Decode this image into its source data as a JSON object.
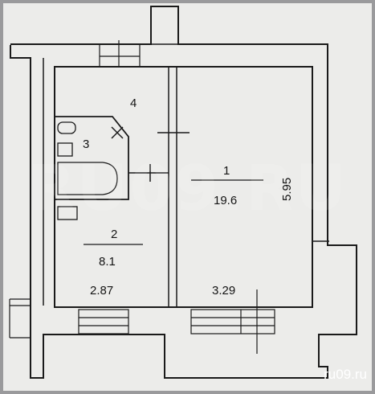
{
  "plan": {
    "rooms": [
      {
        "number": "1",
        "area": "19.6"
      },
      {
        "number": "2",
        "area": "8.1"
      },
      {
        "number": "3"
      },
      {
        "number": "4"
      }
    ],
    "dimensions": {
      "height_room1": "5.95",
      "width_room2": "2.87",
      "width_room1": "3.29"
    }
  },
  "watermark": "RU09.RU",
  "site_label": "ru09.ru",
  "colors": {
    "background": "#9a9a9c",
    "paper": "#ececea",
    "wall": "#1a1a1a"
  }
}
